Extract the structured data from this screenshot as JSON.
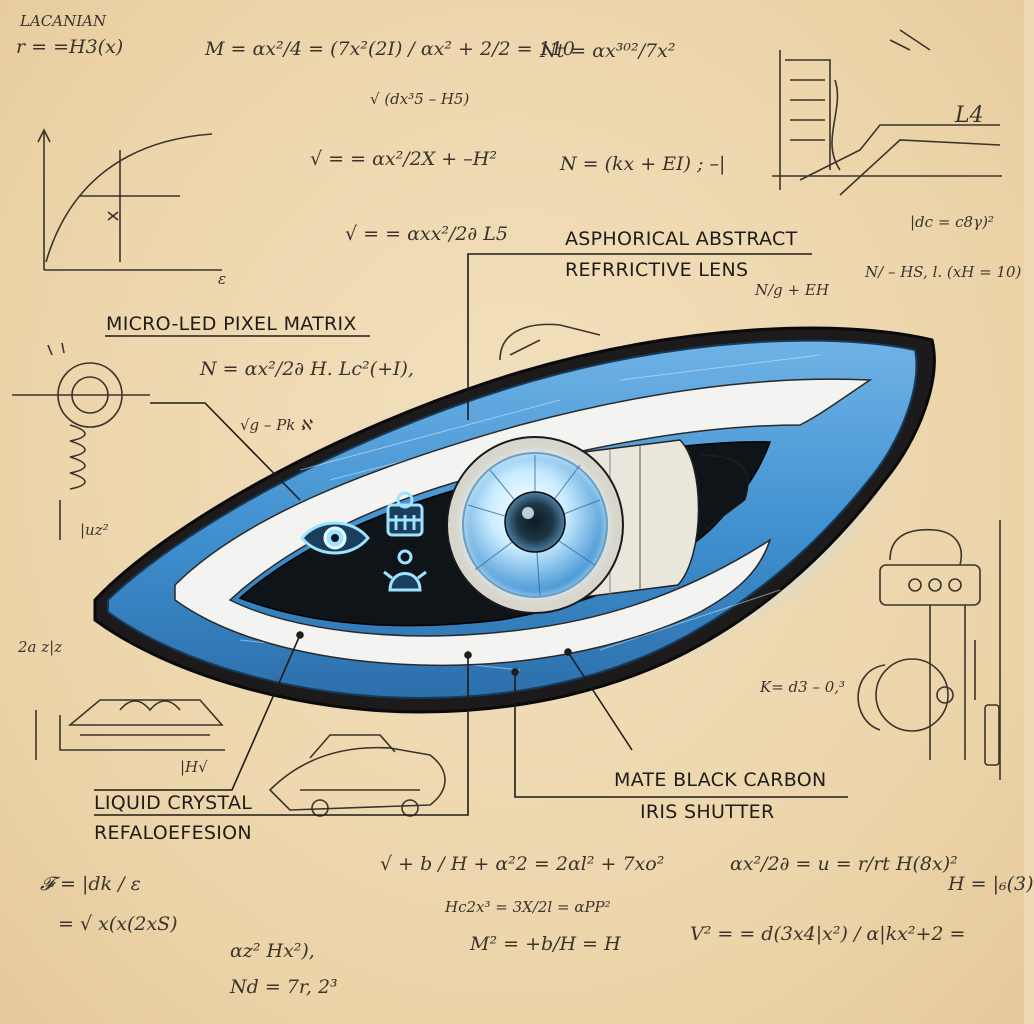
{
  "callouts": {
    "asphorical_line1": "ASPHORICAL ABSTRACT",
    "asphorical_line2": "REFRRICTIVE LENS",
    "micro_led": "MICRO-LED PIXEL MATRIX",
    "liquid_line1": "LIQUID CRYSTAL",
    "liquid_line2": "REFALOEFESION",
    "mate_line1": "MATE BLACK CARBON",
    "mate_line2": "IRIS SHUTTER"
  },
  "equations": {
    "lacanian": "LACANIAN",
    "r_eq": "r = =H3(x)",
    "m_eq": "M = αx²/4 = (7x²(2I) / αx² + 2/2 = 110",
    "m_sub": "√ (dx³5 – H5)",
    "nt_eq": "Nt = αx³⁰²/7x²",
    "v_eq1": "√ = = αx²/2X  + –H²",
    "n_eq1": "N = (kx + EI) ; –|",
    "v_eq2": "√ = = αxx²/2∂  L5",
    "lc_eq": "|dc = c8γ)²",
    "ns_eq": "N/ – HS, l. (xH = 10)",
    "nrg_eq": "N/g + EH",
    "n_eq2": "N = αx²/2∂  H. Lc²(+I),",
    "ng_eq": "√g – Pk  ℵ",
    "uz_eq": "|uz²",
    "side_eq": "2a z|z",
    "h_eq": "|H√",
    "k_eq": "K= d3 – 0,³",
    "f_eq": "𝓕 = |dk / ε",
    "vx_eq": "= √ x(x(2xS)",
    "vb_eq": "√ + b / H + α²2 = 2αl² + 7xο²",
    "hc_eq": "Hc2x³ = 3X/2l = αPP²",
    "ax_eq": "αx²/2∂ = u = r/rt  H(8x)²",
    "hb_eq": "H = |₆(3)",
    "a_eq": "αz² Hx²),",
    "nd_eq": "Nd = 7r, 2³",
    "mb_eq": "M² = +b/H = H",
    "vd_eq": "V² = = d(3x4|x²) / α|kx²+2 =",
    "l4": "L4",
    "e_axis": "ε"
  },
  "headlight": {
    "led_icons": [
      "eye-icon",
      "robot-icon",
      "figure-icon"
    ]
  },
  "colors": {
    "paper": "#efd9b4",
    "ink": "#1f1c19",
    "lens_blue": "#4a9bd6",
    "glow": "#bfe6ff"
  }
}
